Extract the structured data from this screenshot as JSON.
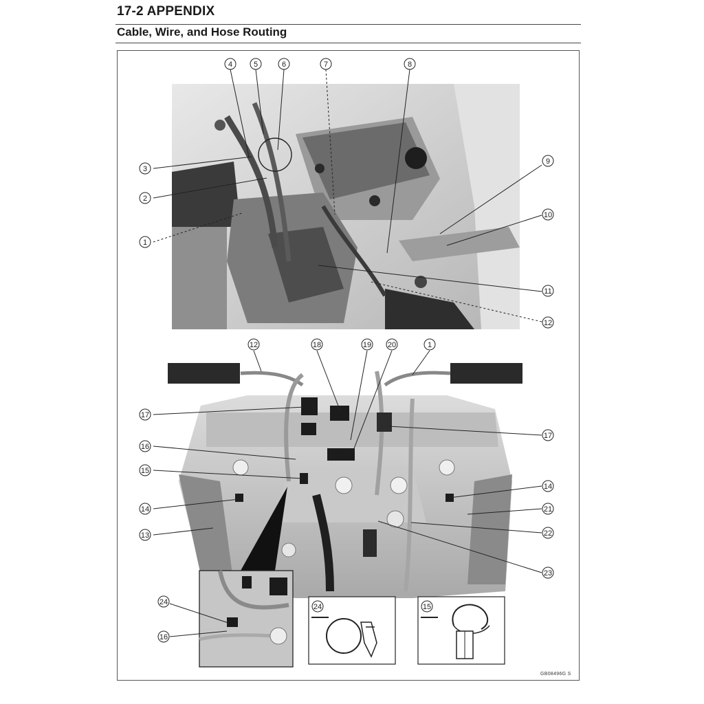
{
  "header": {
    "section": "17-2 APPENDIX",
    "title": "Cable, Wire, and Hose Routing"
  },
  "figure": {
    "code": "GB08496G S",
    "callouts_top": [
      "1",
      "2",
      "3",
      "4",
      "5",
      "6",
      "7",
      "8",
      "9",
      "10",
      "11",
      "12"
    ],
    "callouts_bottom": [
      "12",
      "18",
      "19",
      "20",
      "1",
      "17",
      "17",
      "16",
      "15",
      "14",
      "14",
      "21",
      "13",
      "22",
      "23",
      "24",
      "16"
    ],
    "detail_labels": [
      "24",
      "15"
    ]
  }
}
